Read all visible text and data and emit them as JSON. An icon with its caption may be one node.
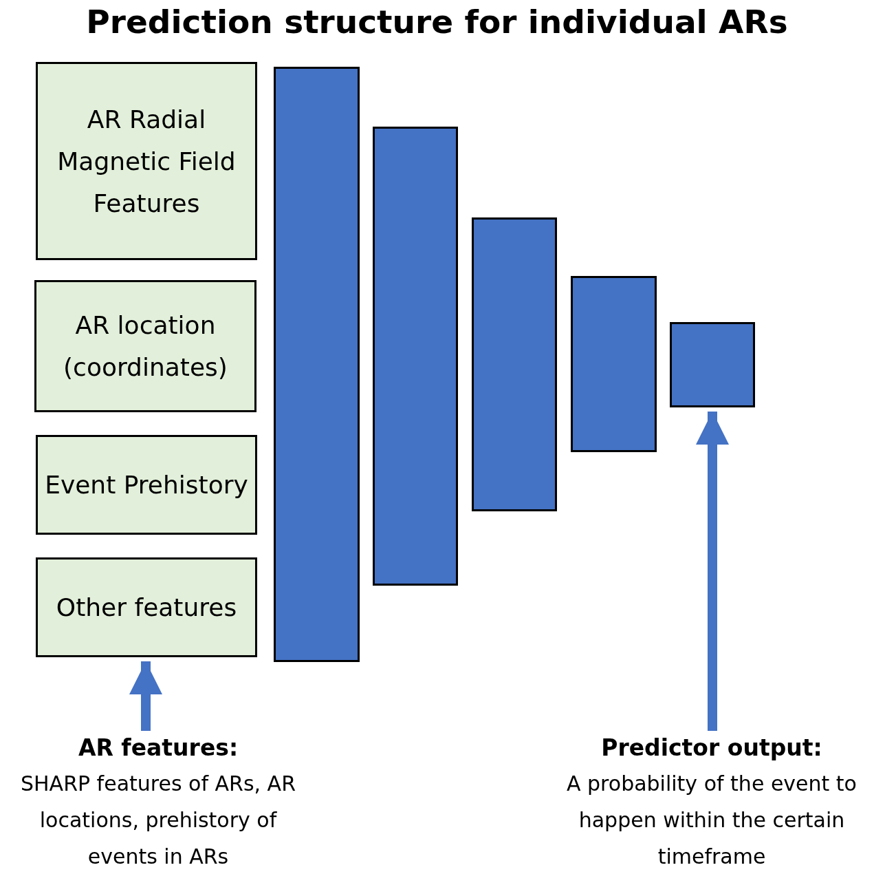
{
  "diagram": {
    "title": "Prediction structure for individual ARs",
    "nodes": [
      {
        "text": [
          "AR Radial Magnetic Field Features"
        ]
      },
      {
        "text": [
          "AR location (coordinates)"
        ]
      },
      {
        "text": [
          "Event Prehistory"
        ]
      },
      {
        "text": [
          "Other features"
        ]
      },
      {
        "text": [],
        "shape": "box"
      },
      {
        "text": [],
        "shape": "box"
      },
      {
        "text": [],
        "shape": "box"
      },
      {
        "text": [],
        "shape": "box"
      },
      {
        "text": [],
        "shape": "box"
      },
      {
        "text": [
          "AR features:",
          "SHARP features of ARs, AR locations, prehistory of events in ARs"
        ]
      },
      {
        "text": [
          "Predictor output:",
          "A probability of the event to happen within the certain timeframe"
        ]
      }
    ],
    "edges": [
      {
        "from": 9,
        "to": 3,
        "arrow": "to"
      },
      {
        "from": 10,
        "to": 8,
        "arrow": "to"
      }
    ]
  }
}
